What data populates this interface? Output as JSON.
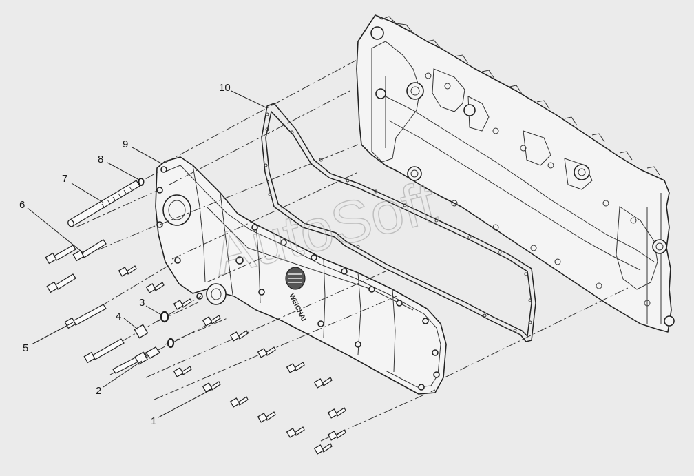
{
  "diagram": {
    "callouts": [
      {
        "id": "c1",
        "label": "1"
      },
      {
        "id": "c2",
        "label": "2"
      },
      {
        "id": "c3",
        "label": "3"
      },
      {
        "id": "c4",
        "label": "4"
      },
      {
        "id": "c5",
        "label": "5"
      },
      {
        "id": "c6",
        "label": "6"
      },
      {
        "id": "c7",
        "label": "7"
      },
      {
        "id": "c8",
        "label": "8"
      },
      {
        "id": "c9",
        "label": "9"
      },
      {
        "id": "c10",
        "label": "10"
      }
    ],
    "cover_logo_text": "WEICHAI",
    "watermark": "AutoSoft"
  }
}
